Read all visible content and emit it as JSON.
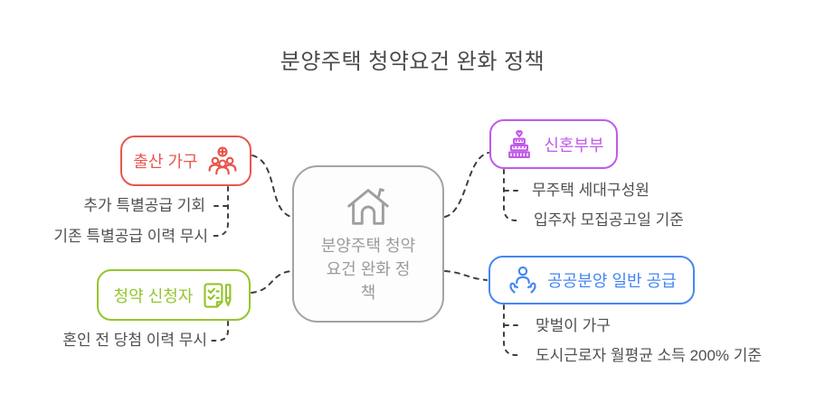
{
  "title": "분양주택 청약요건 완화 정책",
  "center": {
    "label": "분양주택 청약\n요건 완화 정\n책",
    "icon": "house-icon"
  },
  "branches": [
    {
      "label": "출산 가구",
      "icon": "family-plus-icon",
      "color": "#e8564c",
      "children": [
        "추가 특별공급 기회",
        "기존 특별공급 이력 무시"
      ]
    },
    {
      "label": "청약 신청자",
      "icon": "checklist-pen-icon",
      "color": "#94c52c",
      "children": [
        "혼인 전 당첨 이력 무시"
      ]
    },
    {
      "label": "신혼부부",
      "icon": "wedding-cake-icon",
      "color": "#c159ea",
      "children": [
        "무주택 세대구성원",
        "입주자 모집공고일 기준"
      ]
    },
    {
      "label": "공공분양 일반 공급",
      "icon": "caring-hands-person-icon",
      "color": "#4486f4",
      "children": [
        "맞벌이 가구",
        "도시근로자 월평균 소득 200% 기준"
      ]
    }
  ],
  "colors": {
    "center_border": "#a3a3a3",
    "center_text": "#9b9b9b",
    "connector": "#3f3f3f",
    "leaf_text": "#4f4f4f",
    "title_text": "#4a4a4a"
  }
}
